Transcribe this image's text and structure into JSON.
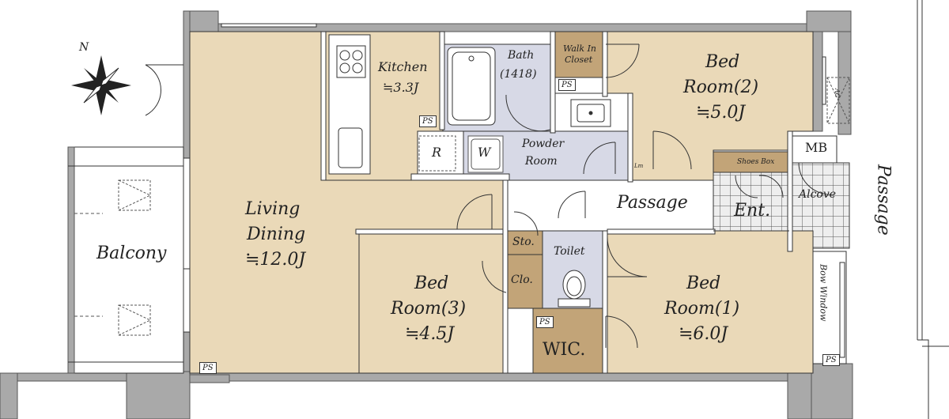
{
  "colors": {
    "room_fill": "#ead9b8",
    "wet_fill": "#d7d9e6",
    "storage_fill": "#c2a478",
    "wall": "#a9a9a9",
    "entrance_tile": "#ededed",
    "outline": "#333333"
  },
  "rooms": {
    "living": {
      "name": "Living",
      "name2": "Dining",
      "size": "≒12.0J"
    },
    "kitchen": {
      "name": "Kitchen",
      "size": "≒3.3J"
    },
    "bath": {
      "name": "Bath",
      "size": "(1418)"
    },
    "walk_in_closet": {
      "name": "Walk In",
      "name2": "Closet"
    },
    "bedroom2": {
      "name": "Bed",
      "name2": "Room(2)",
      "size": "≒5.0J"
    },
    "powder": {
      "name": "Powder",
      "name2": "Room"
    },
    "refrigerator": {
      "label": "R"
    },
    "washer": {
      "label": "W"
    },
    "passage_inner": {
      "name": "Passage"
    },
    "shoes_box": {
      "name": "Shoes Box"
    },
    "entrance": {
      "name": "Ent."
    },
    "mb": {
      "name": "MB"
    },
    "alcove": {
      "name": "Alcove"
    },
    "bow_window": {
      "name": "Bow Window"
    },
    "storage": {
      "name": "Sto."
    },
    "toilet": {
      "name": "Toilet"
    },
    "closet": {
      "name": "Clo."
    },
    "bedroom3": {
      "name": "Bed",
      "name2": "Room(3)",
      "size": "≒4.5J"
    },
    "bedroom1": {
      "name": "Bed",
      "name2": "Room(1)",
      "size": "≒6.0J"
    },
    "wic": {
      "name": "WIC."
    },
    "balcony": {
      "name": "Balcony"
    },
    "passage_outer": {
      "name": "Passage"
    }
  },
  "ps_label": "PS",
  "ac_label": "AC",
  "small_label": "Lm",
  "compass": {
    "north": "N"
  }
}
